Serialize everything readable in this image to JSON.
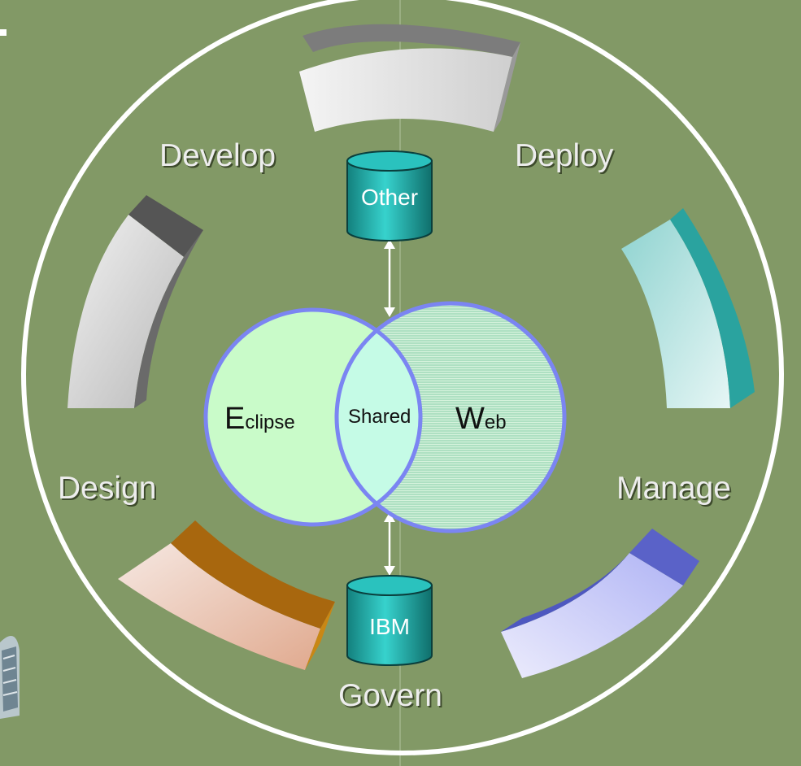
{
  "phases": {
    "develop": "Develop",
    "deploy": "Deploy",
    "design": "Design",
    "manage": "Manage",
    "govern": "Govern"
  },
  "repositories": {
    "top": "Other",
    "bottom": "IBM"
  },
  "venn": {
    "left_initial": "E",
    "left_rest": "clipse",
    "center": "Shared",
    "right_initial": "W",
    "right_rest": "eb"
  },
  "colors": {
    "background": "#829966",
    "ring": "#ffffff",
    "eclipse_fill": "#c9fbc9",
    "web_fill": "#b5e6c8",
    "shared_fill": "#c5fbe6",
    "circle_stroke": "#7b85f2",
    "cylinder": "#27b9b5"
  }
}
